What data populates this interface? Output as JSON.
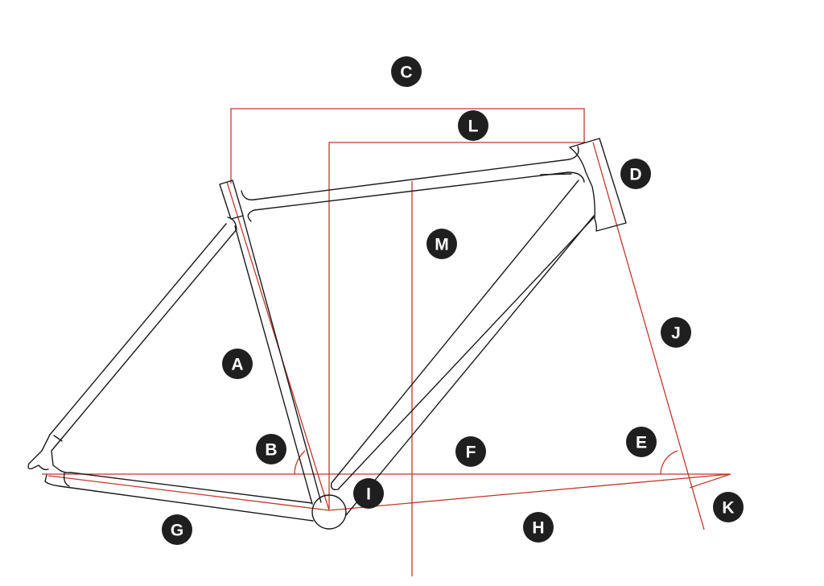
{
  "diagram": {
    "frame_color": "#1a1a1a",
    "guide_color": "#c0392b",
    "badge_fill": "#1f1f1f",
    "labels": {
      "a": "A",
      "b": "B",
      "c": "C",
      "d": "D",
      "e": "E",
      "f": "F",
      "g": "G",
      "h": "H",
      "i": "I",
      "j": "J",
      "k": "K",
      "l": "L",
      "m": "M"
    }
  }
}
